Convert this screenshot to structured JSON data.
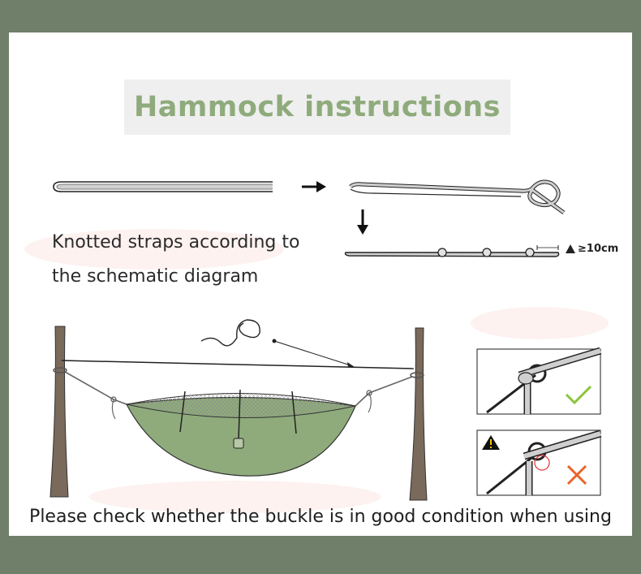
{
  "title": "Hammock instructions",
  "instructions": {
    "line1": "Knotted straps according to",
    "line2": "the schematic diagram"
  },
  "measurement": {
    "label": "≥10cm",
    "warning_icon": "warning-triangle-icon"
  },
  "footer_note": "Please check whether the buckle is in good condition when using",
  "colors": {
    "background": "#6f7f6a",
    "title": "#8fab7c",
    "hammock": "#8fab7c",
    "tree": "#7a6a5c",
    "correct": "#8cc43c",
    "incorrect": "#e8642a"
  },
  "icons": [
    "right-arrow-icon",
    "down-arrow-icon",
    "check-icon",
    "cross-icon",
    "warning-triangle-icon"
  ]
}
